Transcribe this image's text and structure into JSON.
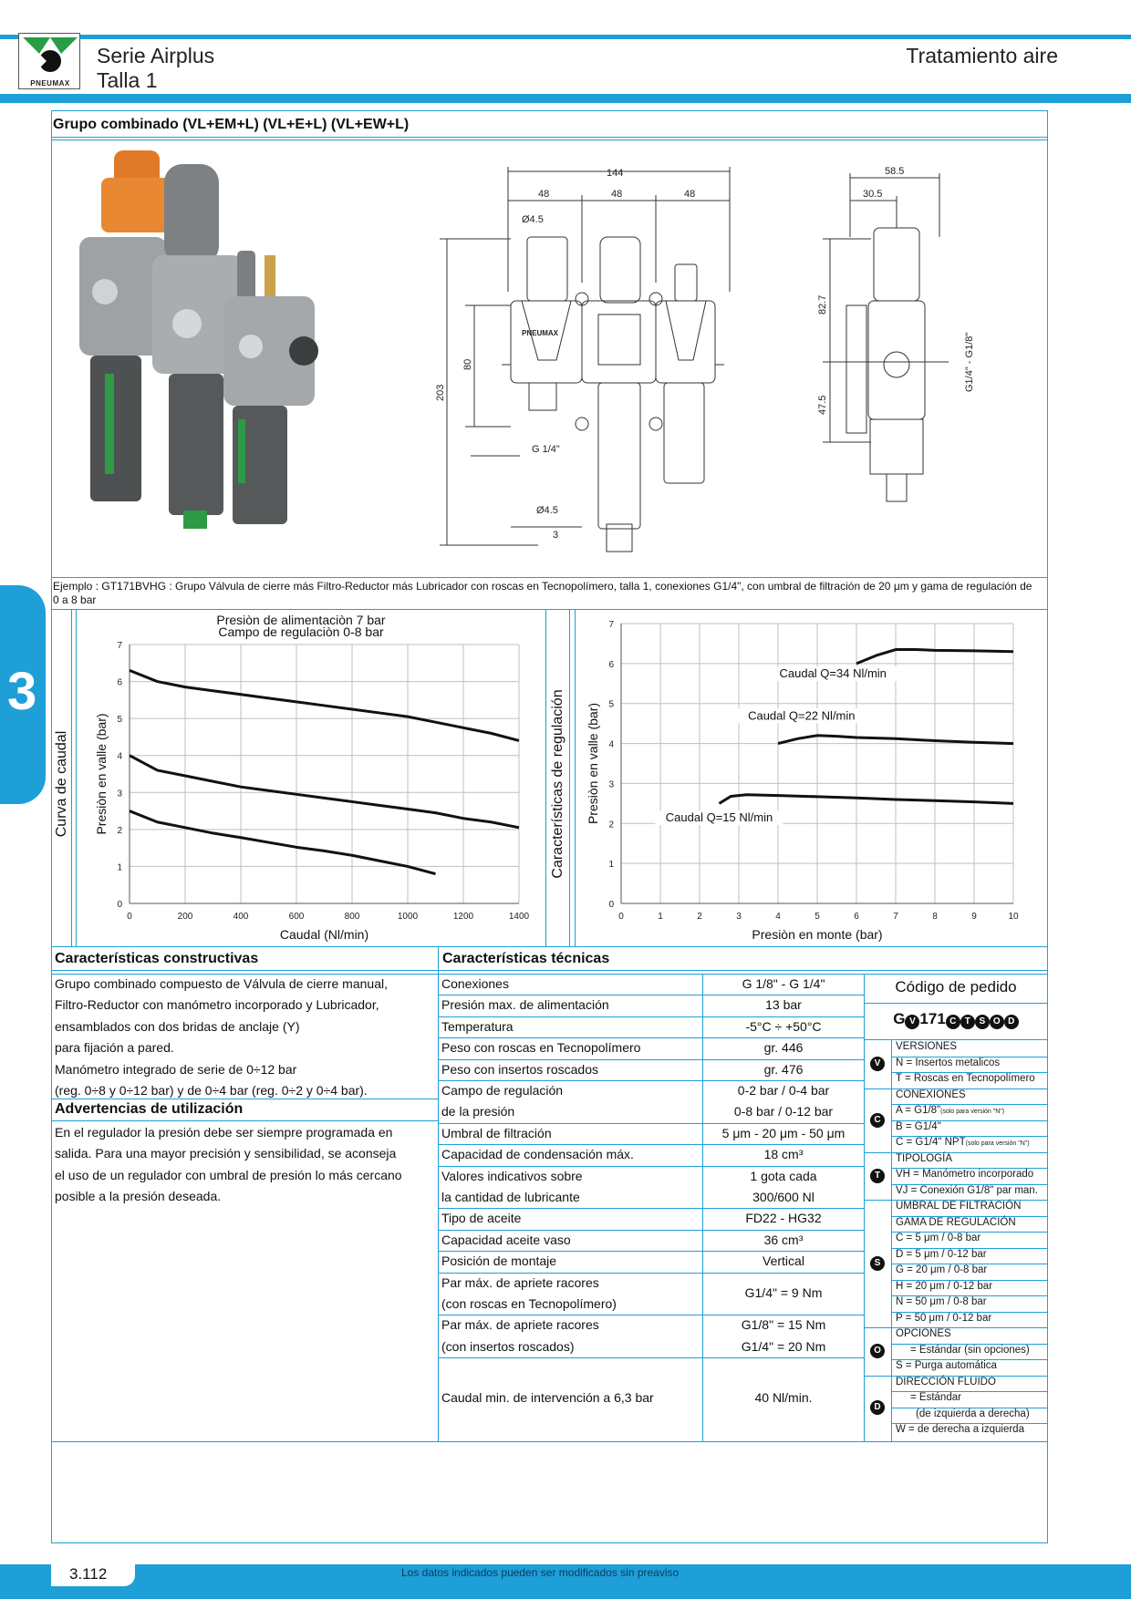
{
  "header": {
    "series": "Serie Airplus",
    "size": "Talla 1",
    "category": "Tratamiento aire",
    "logo_text": "PNEUMAX"
  },
  "side_tab": {
    "number": "3"
  },
  "section": {
    "title": "Grupo combinado (VL+EM+L) (VL+E+L) (VL+EW+L)"
  },
  "drawing": {
    "dims": {
      "total_width": "144",
      "module1": "48",
      "module2": "48",
      "module3": "48",
      "hole_top": "Ø4.5",
      "hole_bottom": "Ø4.5",
      "height_total": "203",
      "height_mid": "80",
      "port": "G 1/4\"",
      "bottom_3": "3",
      "side_depth": "58.5",
      "side_half": "30.5",
      "side_upper": "82.7",
      "side_lower": "47.5",
      "side_ports": "G1/4\" - G1/8\""
    },
    "brand_label": "PNEUMAX"
  },
  "example_text": "Ejemplo : GT171BVHG : Grupo Válvula de cierre más Filtro-Reductor más Lubricador con roscas en Tecnopolímero, talla 1, conexiones G1/4\", con umbral de filtración de 20 μm y gama de regulación de 0 a 8 bar",
  "charts": {
    "left_side_label": "Curva de caudal",
    "right_side_label": "Características de regulación"
  },
  "chart_data": [
    {
      "type": "line",
      "title": "Presiòn de alimentaciòn 7 bar",
      "subtitle": "Campo de regulaciòn 0-8 bar",
      "xlabel": "Caudal (Nl/min)",
      "ylabel": "Presiòn en valle (bar)",
      "xlim": [
        0,
        1400
      ],
      "ylim": [
        0,
        7
      ],
      "xticks": [
        0,
        200,
        400,
        600,
        800,
        1000,
        1200,
        1400
      ],
      "yticks": [
        0,
        1,
        2,
        3,
        4,
        5,
        6,
        7
      ],
      "grid": true,
      "series": [
        {
          "x": [
            0,
            100,
            200,
            300,
            400,
            500,
            600,
            700,
            800,
            900,
            1000,
            1100,
            1200,
            1300,
            1400
          ],
          "y": [
            6.3,
            6.0,
            5.85,
            5.75,
            5.65,
            5.55,
            5.45,
            5.35,
            5.25,
            5.15,
            5.05,
            4.9,
            4.75,
            4.6,
            4.4
          ]
        },
        {
          "x": [
            0,
            100,
            200,
            300,
            400,
            500,
            600,
            700,
            800,
            900,
            1000,
            1100,
            1200,
            1300,
            1400
          ],
          "y": [
            4.0,
            3.6,
            3.45,
            3.3,
            3.15,
            3.05,
            2.95,
            2.85,
            2.75,
            2.65,
            2.55,
            2.45,
            2.3,
            2.2,
            2.05
          ]
        },
        {
          "x": [
            0,
            100,
            200,
            300,
            400,
            500,
            600,
            700,
            800,
            900,
            1000,
            1100
          ],
          "y": [
            2.5,
            2.2,
            2.05,
            1.9,
            1.78,
            1.65,
            1.52,
            1.42,
            1.3,
            1.15,
            1.0,
            0.8
          ]
        }
      ]
    },
    {
      "type": "line",
      "xlabel": "Presiòn en monte (bar)",
      "ylabel": "Presiòn en valle (bar)",
      "xlim": [
        0,
        10
      ],
      "ylim": [
        0,
        7
      ],
      "xticks": [
        0,
        1,
        2,
        3,
        4,
        5,
        6,
        7,
        8,
        9,
        10
      ],
      "yticks": [
        0,
        1,
        2,
        3,
        4,
        5,
        6,
        7
      ],
      "grid": true,
      "series": [
        {
          "name": "Caudal Q=34 Nl/min",
          "x": [
            6.0,
            6.5,
            7.0,
            7.5,
            8.0,
            9.0,
            10.0
          ],
          "y": [
            6.0,
            6.2,
            6.35,
            6.35,
            6.33,
            6.32,
            6.3
          ]
        },
        {
          "name": "Caudal Q=22 Nl/min",
          "x": [
            4.0,
            4.5,
            5.0,
            5.5,
            6.0,
            7.0,
            8.0,
            9.0,
            10.0
          ],
          "y": [
            4.0,
            4.12,
            4.2,
            4.18,
            4.15,
            4.12,
            4.07,
            4.03,
            4.0
          ]
        },
        {
          "name": "Caudal Q=15 Nl/min",
          "x": [
            2.5,
            2.8,
            3.2,
            4.0,
            5.0,
            6.0,
            7.0,
            8.0,
            9.0,
            10.0
          ],
          "y": [
            2.5,
            2.68,
            2.72,
            2.7,
            2.67,
            2.64,
            2.6,
            2.57,
            2.54,
            2.5
          ]
        }
      ]
    }
  ],
  "constructive": {
    "title": "Características constructivas",
    "lines": [
      "Grupo combinado compuesto de Válvula de cierre manual,",
      "Filtro-Reductor con manómetro incorporado y Lubricador,",
      "ensamblados con dos bridas de anclaje (Y)",
      "para fijación a pared.",
      "Manómetro integrado de serie de 0÷12 bar",
      "(reg. 0÷8 y 0÷12 bar) y de 0÷4 bar (reg. 0÷2 y 0÷4 bar)."
    ]
  },
  "warnings": {
    "title": "Advertencias de utilización",
    "lines": [
      "En el regulador la presión debe ser siempre programada en",
      "salida. Para una mayor precisión y sensibilidad, se aconseja",
      "el uso de un regulador con umbral de presión lo más cercano",
      "posible a la presión deseada."
    ]
  },
  "technical": {
    "title": "Características técnicas",
    "rows": [
      {
        "label": "Conexiones",
        "value": "G 1/8\" - G 1/4\""
      },
      {
        "label": "Presión max. de alimentación",
        "value": "13 bar"
      },
      {
        "label": "Temperatura",
        "value": "-5°C ÷ +50°C"
      },
      {
        "label": "Peso con roscas en Tecnopolímero",
        "value": "gr. 446"
      },
      {
        "label": "Peso con insertos roscados",
        "value": "gr. 476"
      },
      {
        "label": "Campo de regulación",
        "value": "0-2 bar / 0-4 bar"
      },
      {
        "label": "de la presión",
        "value": "0-8 bar / 0-12 bar"
      },
      {
        "label": "Umbral de filtración",
        "value": "5 μm - 20 μm - 50 μm"
      },
      {
        "label": "Capacidad de condensación máx.",
        "value": "18 cm³"
      },
      {
        "label": "Valores indicativos sobre",
        "value": "1 gota cada"
      },
      {
        "label": "la cantidad de lubricante",
        "value": "300/600 Nl"
      },
      {
        "label": "Tipo de aceite",
        "value": "FD22 - HG32"
      },
      {
        "label": "Capacidad aceite vaso",
        "value": "36 cm³"
      },
      {
        "label": "Posición de montaje",
        "value": "Vertical"
      },
      {
        "label": "Par máx. de apriete racores",
        "value": ""
      },
      {
        "label": "(con roscas en Tecnopolímero)",
        "value": "G1/4\" = 9 Nm"
      },
      {
        "label": "Par máx. de apriete racores",
        "value": "G1/8\" = 15 Nm"
      },
      {
        "label": "(con insertos roscados)",
        "value": "G1/4\" = 20 Nm"
      },
      {
        "label": "Caudal min. de intervención a 6,3 bar",
        "value": "40 Nl/min."
      }
    ]
  },
  "order": {
    "title": "Código de pedido",
    "code_prefix": "G",
    "code_mid": "171",
    "letters": {
      "v": "V",
      "c": "C",
      "t": "T",
      "s": "S",
      "o": "O",
      "d": "D"
    },
    "versiones": {
      "title": "VERSIONES",
      "items": [
        "N = Insertos metalicos",
        "T = Roscas en Tecnopolímero"
      ]
    },
    "conexiones": {
      "title": "CONEXIONES",
      "a": "A = G1/8\"",
      "a_note": "(solo para versión \"N\")",
      "b": "B = G1/4\"",
      "c": "C = G1/4\" NPT",
      "c_note": "(solo para versión \"N\")"
    },
    "tipologia": {
      "title": "TIPOLOGÍA",
      "items": [
        "VH = Manómetro incorporado",
        "VJ = Conexión G1/8\" par man."
      ]
    },
    "umbral": {
      "title1": "UMBRAL DE FILTRACIÓN",
      "title2": "GAMA DE REGULACIÓN",
      "items": [
        "C = 5 μm / 0-8 bar",
        "D = 5 μm / 0-12 bar",
        "G = 20 μm / 0-8 bar",
        "H = 20 μm / 0-12 bar",
        "N = 50 μm / 0-8 bar",
        "P = 50 μm / 0-12 bar"
      ]
    },
    "opciones": {
      "title": "OPCIONES",
      "items": [
        "= Estándar (sin opciones)",
        "S = Purga automática"
      ]
    },
    "direccion": {
      "title": "DIRECCIÓN FLUIDO",
      "items": [
        "= Estándar",
        "(de izquierda a derecha)",
        "W = de derecha a izquierda"
      ]
    }
  },
  "footer": {
    "page": "3.112",
    "note": "Los datos indicados pueden ser modificados sin preaviso"
  },
  "colors": {
    "accent": "#1e9fd8",
    "product_orange": "#e07a28",
    "product_gray": "#7d8184",
    "product_green": "#2f9a45"
  }
}
